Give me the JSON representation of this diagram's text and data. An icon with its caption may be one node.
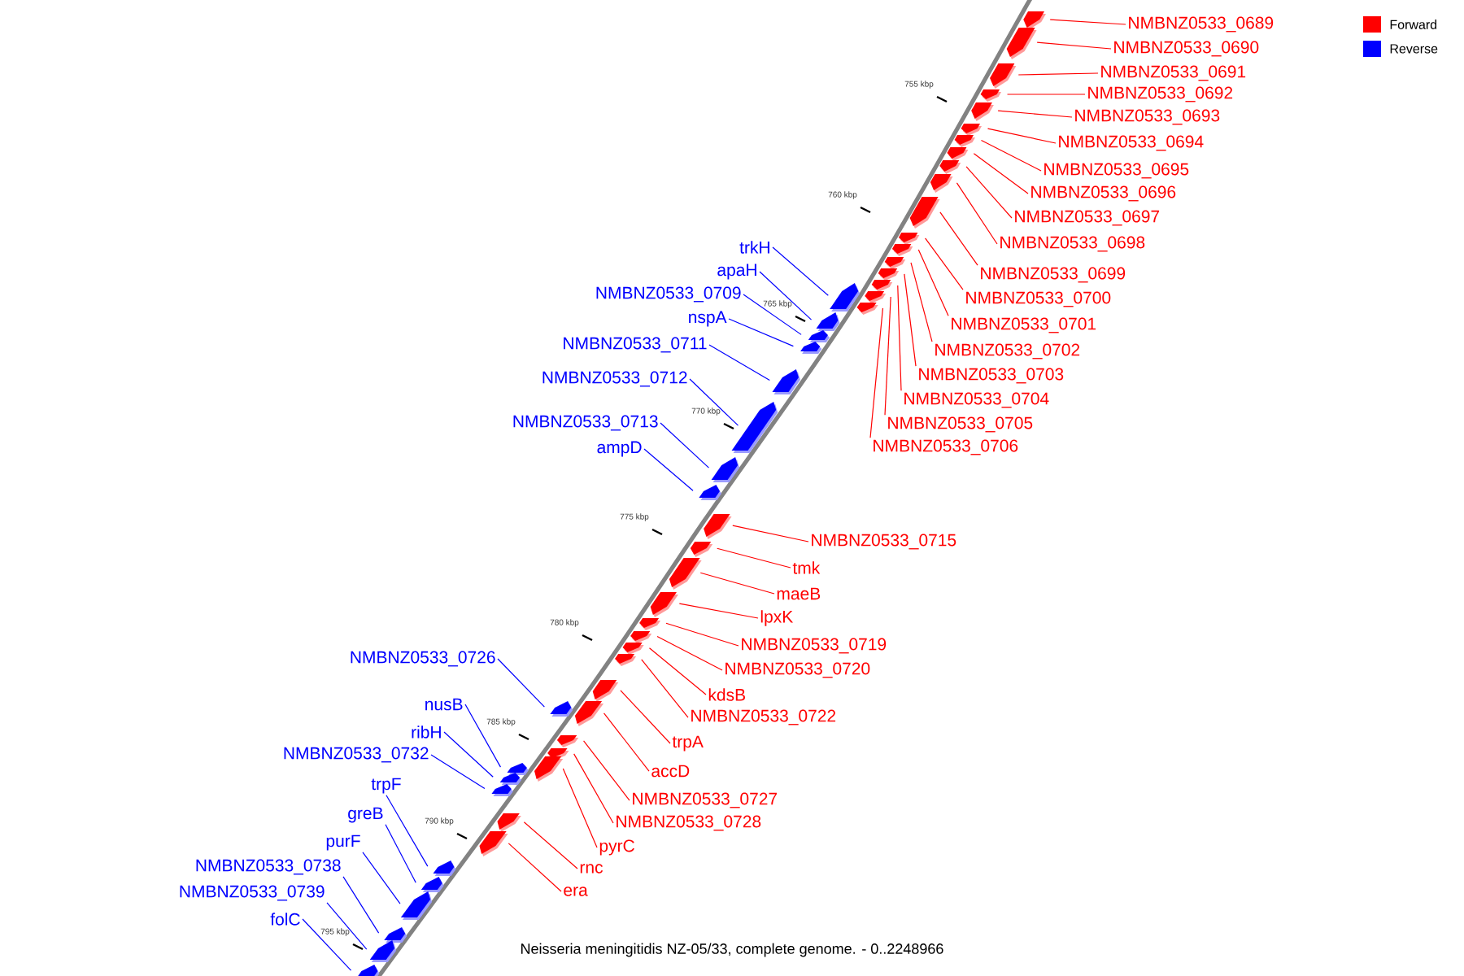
{
  "diagram": {
    "caption": "Neisseria meningitidis NZ-05/33, complete genome. - 0..2248966",
    "nodes": [
      {
        "text": [
          "NMBNZ0533_0689"
        ]
      },
      {
        "text": [],
        "shape": "pentagon"
      },
      {
        "text": [
          "NMBNZ0533_0690"
        ]
      },
      {
        "text": [],
        "shape": "pentagon"
      },
      {
        "text": [
          "NMBNZ0533_0691"
        ]
      },
      {
        "text": [],
        "shape": "pentagon"
      },
      {
        "text": [
          "NMBNZ0533_0692"
        ]
      },
      {
        "text": [],
        "shape": "pentagon"
      },
      {
        "text": [
          "NMBNZ0533_0693"
        ]
      },
      {
        "text": [],
        "shape": "pentagon"
      },
      {
        "text": [
          "NMBNZ0533_0694"
        ]
      },
      {
        "text": [],
        "shape": "pentagon"
      },
      {
        "text": [
          "NMBNZ0533_0695"
        ]
      },
      {
        "text": [],
        "shape": "pentagon"
      },
      {
        "text": [
          "NMBNZ0533_0696"
        ]
      },
      {
        "text": [],
        "shape": "pentagon"
      },
      {
        "text": [
          "NMBNZ0533_0697"
        ]
      },
      {
        "text": [],
        "shape": "pentagon"
      },
      {
        "text": [
          "NMBNZ0533_0698"
        ]
      },
      {
        "text": [],
        "shape": "pentagon"
      },
      {
        "text": [
          "NMBNZ0533_0699"
        ]
      },
      {
        "text": [],
        "shape": "pentagon"
      },
      {
        "text": [
          "NMBNZ0533_0700"
        ]
      },
      {
        "text": [],
        "shape": "pentagon"
      },
      {
        "text": [
          "NMBNZ0533_0701"
        ]
      },
      {
        "text": [],
        "shape": "pentagon"
      },
      {
        "text": [
          "NMBNZ0533_0702"
        ]
      },
      {
        "text": [],
        "shape": "pentagon"
      },
      {
        "text": [
          "NMBNZ0533_0703"
        ]
      },
      {
        "text": [],
        "shape": "pentagon"
      },
      {
        "text": [
          "NMBNZ0533_0704"
        ]
      },
      {
        "text": [],
        "shape": "pentagon"
      },
      {
        "text": [
          "NMBNZ0533_0705"
        ]
      },
      {
        "text": [],
        "shape": "pentagon"
      },
      {
        "text": [
          "NMBNZ0533_0706"
        ]
      },
      {
        "text": [],
        "shape": "pentagon"
      },
      {
        "text": [
          "trkH"
        ]
      },
      {
        "text": [],
        "shape": "pentagon"
      },
      {
        "text": [
          "apaH"
        ]
      },
      {
        "text": [],
        "shape": "pentagon"
      },
      {
        "text": [
          "NMBNZ0533_0709"
        ]
      },
      {
        "text": [],
        "shape": "pentagon"
      },
      {
        "text": [
          "nspA"
        ]
      },
      {
        "text": [],
        "shape": "pentagon"
      },
      {
        "text": [
          "NMBNZ0533_0711"
        ]
      },
      {
        "text": [],
        "shape": "pentagon"
      },
      {
        "text": [
          "NMBNZ0533_0712"
        ]
      },
      {
        "text": [],
        "shape": "pentagon"
      },
      {
        "text": [
          "NMBNZ0533_0713"
        ]
      },
      {
        "text": [],
        "shape": "pentagon"
      },
      {
        "text": [
          "ampD"
        ]
      },
      {
        "text": [],
        "shape": "pentagon"
      },
      {
        "text": [
          "NMBNZ0533_0715"
        ]
      },
      {
        "text": [],
        "shape": "pentagon"
      },
      {
        "text": [
          "tmk"
        ]
      },
      {
        "text": [],
        "shape": "pentagon"
      },
      {
        "text": [
          "maeB"
        ]
      },
      {
        "text": [],
        "shape": "pentagon"
      },
      {
        "text": [
          "lpxK"
        ]
      },
      {
        "text": [],
        "shape": "pentagon"
      },
      {
        "text": [
          "NMBNZ0533_0719"
        ]
      },
      {
        "text": [],
        "shape": "pentagon"
      },
      {
        "text": [
          "NMBNZ0533_0720"
        ]
      },
      {
        "text": [],
        "shape": "pentagon"
      },
      {
        "text": [
          "kdsB"
        ]
      },
      {
        "text": [],
        "shape": "pentagon"
      },
      {
        "text": [
          "NMBNZ0533_0722"
        ]
      },
      {
        "text": [],
        "shape": "pentagon"
      },
      {
        "text": [
          "trpA"
        ]
      },
      {
        "text": [],
        "shape": "pentagon"
      },
      {
        "text": [
          "accD"
        ]
      },
      {
        "text": [],
        "shape": "pentagon"
      },
      {
        "text": [
          "NMBNZ0533_0727"
        ]
      },
      {
        "text": [],
        "shape": "pentagon"
      },
      {
        "text": [
          "NMBNZ0533_0728"
        ]
      },
      {
        "text": [],
        "shape": "pentagon"
      },
      {
        "text": [
          "pyrC"
        ]
      },
      {
        "text": [],
        "shape": "pentagon"
      },
      {
        "text": [
          "rnc"
        ]
      },
      {
        "text": [],
        "shape": "pentagon"
      },
      {
        "text": [
          "era"
        ]
      },
      {
        "text": [],
        "shape": "pentagon"
      },
      {
        "text": [
          "NMBNZ0533_0726"
        ]
      },
      {
        "text": [],
        "shape": "pentagon"
      },
      {
        "text": [
          "nusB"
        ]
      },
      {
        "text": [],
        "shape": "pentagon"
      },
      {
        "text": [
          "ribH"
        ]
      },
      {
        "text": [],
        "shape": "pentagon"
      },
      {
        "text": [
          "NMBNZ0533_0732"
        ]
      },
      {
        "text": [],
        "shape": "pentagon"
      },
      {
        "text": [
          "trpF"
        ]
      },
      {
        "text": [],
        "shape": "pentagon"
      },
      {
        "text": [
          "greB"
        ]
      },
      {
        "text": [],
        "shape": "pentagon"
      },
      {
        "text": [
          "purF"
        ]
      },
      {
        "text": [],
        "shape": "pentagon"
      },
      {
        "text": [
          "NMBNZ0533_0738"
        ]
      },
      {
        "text": [],
        "shape": "pentagon"
      },
      {
        "text": [
          "NMBNZ0533_0739"
        ]
      },
      {
        "text": [],
        "shape": "pentagon"
      },
      {
        "text": [
          "folC"
        ]
      },
      {
        "text": [],
        "shape": "pentagon"
      }
    ],
    "edges": [
      {
        "from": 0,
        "to": 1,
        "arrow": "none"
      },
      {
        "from": 2,
        "to": 3,
        "arrow": "none"
      },
      {
        "from": 4,
        "to": 5,
        "arrow": "none"
      },
      {
        "from": 6,
        "to": 7,
        "arrow": "none"
      },
      {
        "from": 8,
        "to": 9,
        "arrow": "none"
      },
      {
        "from": 10,
        "to": 11,
        "arrow": "none"
      },
      {
        "from": 12,
        "to": 13,
        "arrow": "none"
      },
      {
        "from": 14,
        "to": 15,
        "arrow": "none"
      },
      {
        "from": 16,
        "to": 17,
        "arrow": "none"
      },
      {
        "from": 18,
        "to": 19,
        "arrow": "none"
      },
      {
        "from": 20,
        "to": 21,
        "arrow": "none"
      },
      {
        "from": 22,
        "to": 23,
        "arrow": "none"
      },
      {
        "from": 24,
        "to": 25,
        "arrow": "none"
      },
      {
        "from": 26,
        "to": 27,
        "arrow": "none"
      },
      {
        "from": 28,
        "to": 29,
        "arrow": "none"
      },
      {
        "from": 30,
        "to": 31,
        "arrow": "none"
      },
      {
        "from": 32,
        "to": 33,
        "arrow": "none"
      },
      {
        "from": 34,
        "to": 35,
        "arrow": "none"
      },
      {
        "from": 36,
        "to": 37,
        "arrow": "none",
        "color": "#0000ff"
      },
      {
        "from": 38,
        "to": 39,
        "arrow": "none",
        "color": "#0000ff"
      },
      {
        "from": 40,
        "to": 41,
        "arrow": "none",
        "color": "#0000ff"
      },
      {
        "from": 42,
        "to": 43,
        "arrow": "none",
        "color": "#0000ff"
      },
      {
        "from": 44,
        "to": 45,
        "arrow": "none",
        "color": "#0000ff"
      },
      {
        "from": 46,
        "to": 47,
        "arrow": "none",
        "color": "#0000ff"
      },
      {
        "from": 48,
        "to": 49,
        "arrow": "none",
        "color": "#0000ff"
      },
      {
        "from": 50,
        "to": 51,
        "arrow": "none",
        "color": "#0000ff"
      },
      {
        "from": 52,
        "to": 53,
        "arrow": "none"
      },
      {
        "from": 54,
        "to": 55,
        "arrow": "none"
      },
      {
        "from": 56,
        "to": 57,
        "arrow": "none"
      },
      {
        "from": 58,
        "to": 59,
        "arrow": "none"
      },
      {
        "from": 60,
        "to": 61,
        "arrow": "none"
      },
      {
        "from": 62,
        "to": 63,
        "arrow": "none"
      },
      {
        "from": 64,
        "to": 65,
        "arrow": "none"
      },
      {
        "from": 66,
        "to": 67,
        "arrow": "none"
      },
      {
        "from": 68,
        "to": 69,
        "arrow": "none"
      },
      {
        "from": 70,
        "to": 71,
        "arrow": "none"
      },
      {
        "from": 72,
        "to": 73,
        "arrow": "none"
      },
      {
        "from": 74,
        "to": 75,
        "arrow": "none"
      },
      {
        "from": 76,
        "to": 77,
        "arrow": "none"
      },
      {
        "from": 78,
        "to": 79,
        "arrow": "none"
      },
      {
        "from": 80,
        "to": 81,
        "arrow": "none"
      },
      {
        "from": 82,
        "to": 83,
        "arrow": "none",
        "color": "#0000ff"
      },
      {
        "from": 84,
        "to": 85,
        "arrow": "none",
        "color": "#0000ff"
      },
      {
        "from": 86,
        "to": 87,
        "arrow": "none",
        "color": "#0000ff"
      },
      {
        "from": 88,
        "to": 89,
        "arrow": "none",
        "color": "#0000ff"
      },
      {
        "from": 90,
        "to": 91,
        "arrow": "none",
        "color": "#0000ff"
      },
      {
        "from": 92,
        "to": 93,
        "arrow": "none",
        "color": "#0000ff"
      },
      {
        "from": 94,
        "to": 95,
        "arrow": "none",
        "color": "#0000ff"
      },
      {
        "from": 96,
        "to": 97,
        "arrow": "none",
        "color": "#0000ff"
      },
      {
        "from": 98,
        "to": 99,
        "arrow": "none",
        "color": "#0000ff"
      },
      {
        "from": 100,
        "to": 101,
        "arrow": "none",
        "color": "#0000ff"
      }
    ],
    "labels": [
      "755 kbp",
      "760 kbp",
      "765 kbp",
      "770 kbp",
      "775 kbp",
      "780 kbp",
      "785 kbp",
      "790 kbp",
      "795 kbp"
    ],
    "legend": [
      {
        "text": "Forward",
        "color": "#ff0000"
      },
      {
        "text": "Reverse",
        "color": "#0000ff"
      }
    ]
  }
}
